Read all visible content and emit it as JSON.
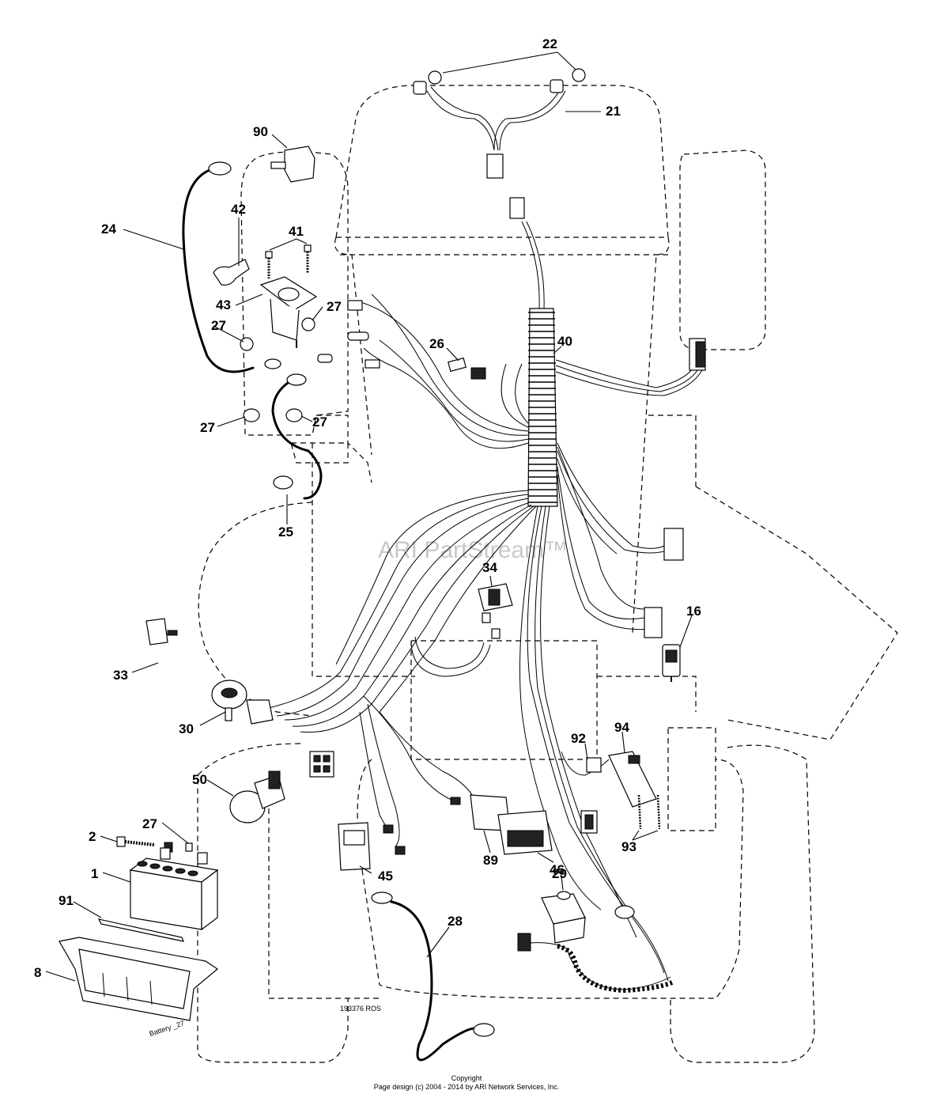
{
  "diagram": {
    "drawing_number": "193376 ROS",
    "battery_label": "Battery _27",
    "watermark": "ARI PartStream™",
    "footer": {
      "line1": "Copyright",
      "line2": "Page design (c) 2004 - 2014 by ARI Network Services, Inc."
    },
    "callouts": {
      "c22": "22",
      "c21": "21",
      "c90": "90",
      "c24": "24",
      "c42": "42",
      "c41": "41",
      "c43": "43",
      "c27a": "27",
      "c27b": "27",
      "c27c": "27",
      "c27d": "27",
      "c27e": "27",
      "c26": "26",
      "c40": "40",
      "c25": "25",
      "c34": "34",
      "c16": "16",
      "c33": "33",
      "c30": "30",
      "c94": "94",
      "c92": "92",
      "c50": "50",
      "c2": "2",
      "c1": "1",
      "c91": "91",
      "c8": "8",
      "c89": "89",
      "c46": "46",
      "c45": "45",
      "c29": "29",
      "c93": "93",
      "c28": "28"
    }
  }
}
